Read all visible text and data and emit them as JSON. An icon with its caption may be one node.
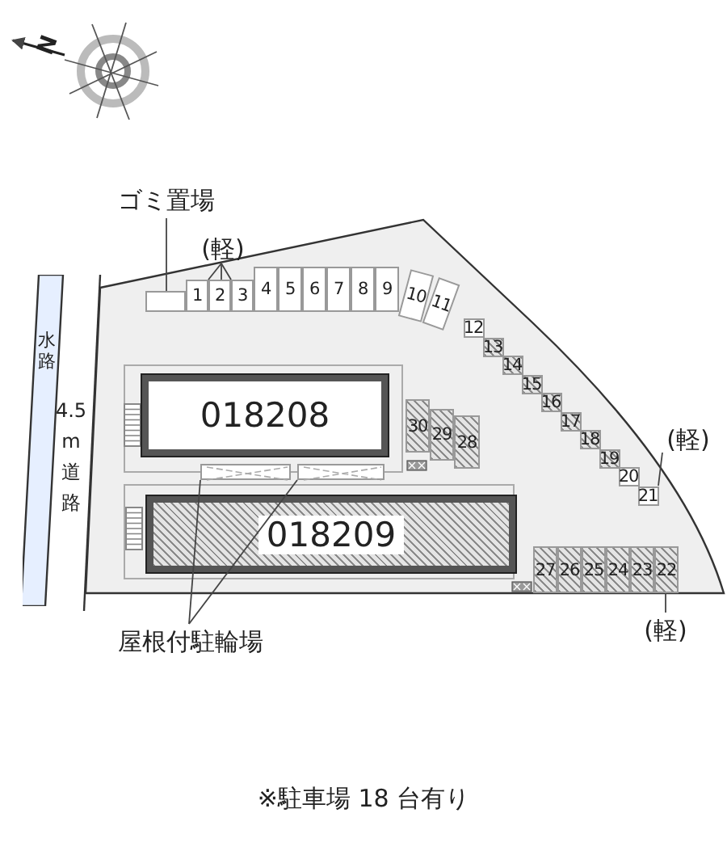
{
  "diagram": {
    "caption": "※駐車場 18 台有り",
    "nodes": [
      {
        "text": [
          "ゴミ置場"
        ]
      },
      {
        "text": [],
        "shape": "box"
      },
      {
        "text": [
          "(軽)"
        ]
      },
      {
        "text": [
          "1"
        ]
      },
      {
        "text": [
          "2"
        ]
      },
      {
        "text": [
          "3"
        ]
      },
      {
        "text": [
          "4"
        ]
      },
      {
        "text": [
          "5"
        ]
      },
      {
        "text": [
          "6"
        ]
      },
      {
        "text": [
          "7"
        ]
      },
      {
        "text": [
          "8"
        ]
      },
      {
        "text": [
          "9"
        ]
      },
      {
        "text": [
          "10"
        ]
      },
      {
        "text": [
          "11"
        ]
      },
      {
        "text": [
          "12"
        ]
      },
      {
        "text": [
          "13"
        ]
      },
      {
        "text": [
          "14"
        ]
      },
      {
        "text": [
          "15"
        ]
      },
      {
        "text": [
          "16"
        ]
      },
      {
        "text": [
          "17"
        ]
      },
      {
        "text": [
          "18"
        ]
      },
      {
        "text": [
          "19"
        ]
      },
      {
        "text": [
          "20"
        ]
      },
      {
        "text": [
          "21"
        ]
      },
      {
        "text": [
          "22"
        ]
      },
      {
        "text": [
          "23"
        ]
      },
      {
        "text": [
          "24"
        ]
      },
      {
        "text": [
          "25"
        ]
      },
      {
        "text": [
          "26"
        ]
      },
      {
        "text": [
          "27"
        ]
      },
      {
        "text": [
          "28"
        ]
      },
      {
        "text": [
          "29"
        ]
      },
      {
        "text": [
          "30"
        ]
      },
      {
        "text": [
          "(軽)"
        ]
      },
      {
        "text": [
          "(軽)"
        ]
      },
      {
        "text": [
          "018208"
        ]
      },
      {
        "text": [
          "018209"
        ]
      },
      {
        "text": [],
        "shape": "box"
      },
      {
        "text": [],
        "shape": "box"
      },
      {
        "text": [
          "屋根付駐輪場"
        ]
      },
      {
        "text": [
          "水路"
        ]
      }
    ],
    "edges": [
      {
        "from": 0,
        "to": 1,
        "arrow": "none"
      },
      {
        "from": 2,
        "to": 3,
        "arrow": "none"
      },
      {
        "from": 2,
        "to": 4,
        "arrow": "none"
      },
      {
        "from": 2,
        "to": 5,
        "arrow": "none"
      },
      {
        "from": 33,
        "to": 23,
        "arrow": "none"
      },
      {
        "from": 34,
        "to": 24,
        "arrow": "none"
      },
      {
        "from": 39,
        "to": 37,
        "arrow": "none"
      },
      {
        "from": 39,
        "to": 38,
        "arrow": "none"
      }
    ],
    "labels": [
      "N",
      "4.5m道路"
    ]
  }
}
